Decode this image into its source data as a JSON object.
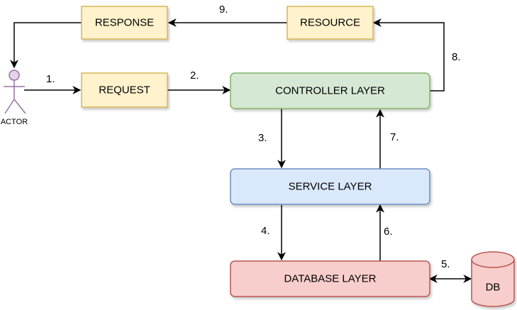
{
  "nodes": {
    "actor": {
      "label": "ACTOR"
    },
    "request": {
      "label": "REQUEST"
    },
    "response": {
      "label": "RESPONSE"
    },
    "resource": {
      "label": "RESOURCE"
    },
    "controller": {
      "label": "CONTROLLER LAYER"
    },
    "service": {
      "label": "SERVICE LAYER"
    },
    "database": {
      "label": "DATABASE LAYER"
    },
    "db": {
      "label": "DB"
    }
  },
  "steps": [
    "1.",
    "2.",
    "3.",
    "4.",
    "5.",
    "6.",
    "7.",
    "8.",
    "9."
  ],
  "colors": {
    "yellow_fill": "#fff2cc",
    "yellow_stroke": "#d6b656",
    "green_fill": "#d5e8d4",
    "green_stroke": "#82b366",
    "blue_fill": "#dae8fc",
    "blue_stroke": "#6c8ebf",
    "red_fill": "#f8cecc",
    "red_stroke": "#b85450",
    "actor_fill": "#e1d5e7",
    "actor_stroke": "#9673a6"
  }
}
